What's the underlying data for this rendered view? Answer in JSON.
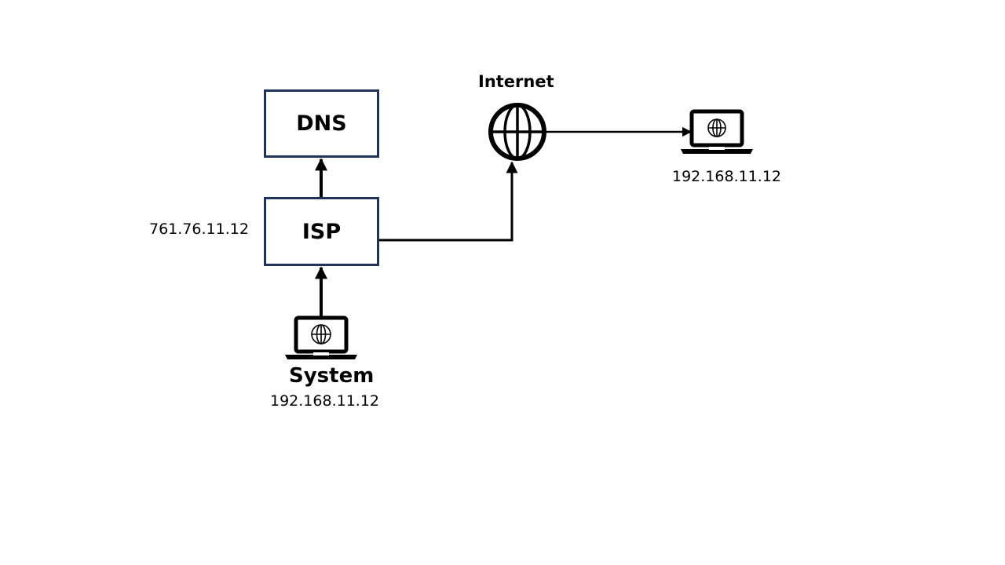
{
  "nodes": {
    "dns": {
      "label": "DNS"
    },
    "isp": {
      "label": "ISP",
      "ip": "761.76.11.12"
    },
    "internet": {
      "label": "Internet",
      "icon": "globe-icon"
    },
    "system": {
      "label": "System",
      "ip": "192.168.11.12",
      "icon": "laptop-icon"
    },
    "remote": {
      "ip": "192.168.11.12",
      "icon": "laptop-icon"
    }
  },
  "edges": [
    {
      "from": "system",
      "to": "isp"
    },
    {
      "from": "isp",
      "to": "dns"
    },
    {
      "from": "isp",
      "to": "internet"
    },
    {
      "from": "internet",
      "to": "remote"
    }
  ],
  "colors": {
    "box_border": "#1f3458",
    "line": "#000000"
  }
}
